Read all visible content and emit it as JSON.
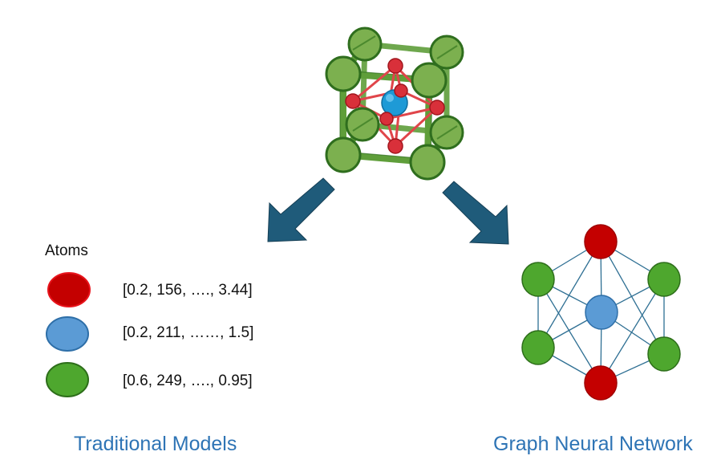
{
  "colors": {
    "oxygen": "#c40000",
    "center": "#5b9bd5",
    "corner": "#4ea72e",
    "arrow": "#1f5b7a",
    "edge": "#2e6f93",
    "caption": "#2e74b5"
  },
  "legend": {
    "heading": "Atoms",
    "rows": [
      {
        "color_key": "oxygen",
        "vector": "[0.2, 156, …., 3.44]"
      },
      {
        "color_key": "center",
        "vector": "[0.2, 211, ……, 1.5]"
      },
      {
        "color_key": "corner",
        "vector": "[0.6, 249, …., 0.95]"
      }
    ]
  },
  "captions": {
    "left": "Traditional Models",
    "right": "Graph Neural Network"
  },
  "graph": {
    "nodes": [
      {
        "id": "top",
        "type": "oxygen"
      },
      {
        "id": "upper-left",
        "type": "corner"
      },
      {
        "id": "upper-right",
        "type": "corner"
      },
      {
        "id": "center",
        "type": "center"
      },
      {
        "id": "lower-left",
        "type": "corner"
      },
      {
        "id": "lower-right",
        "type": "corner"
      },
      {
        "id": "bottom",
        "type": "oxygen"
      }
    ],
    "edges": [
      [
        "top",
        "upper-left"
      ],
      [
        "top",
        "upper-right"
      ],
      [
        "top",
        "center"
      ],
      [
        "top",
        "lower-left"
      ],
      [
        "top",
        "lower-right"
      ],
      [
        "upper-left",
        "lower-left"
      ],
      [
        "upper-left",
        "center"
      ],
      [
        "upper-left",
        "bottom"
      ],
      [
        "upper-right",
        "lower-right"
      ],
      [
        "upper-right",
        "center"
      ],
      [
        "upper-right",
        "bottom"
      ],
      [
        "lower-left",
        "center"
      ],
      [
        "lower-left",
        "bottom"
      ],
      [
        "lower-right",
        "center"
      ],
      [
        "lower-right",
        "bottom"
      ],
      [
        "center",
        "bottom"
      ]
    ]
  }
}
